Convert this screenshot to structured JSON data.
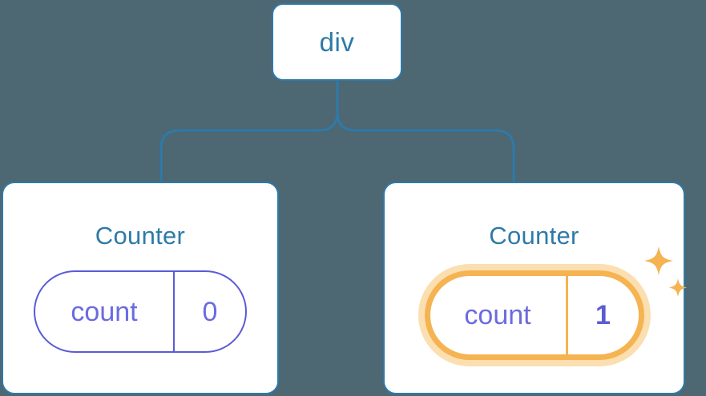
{
  "diagram": {
    "type": "component-tree",
    "background_color": "#4d6773",
    "node_border_color": "#2e7aa8",
    "node_text_color": "#2e7aa8",
    "pill_color": "#5b5bd6",
    "highlight_color": "#f5b351",
    "highlight_glow_color": "#fbdfb0",
    "root": {
      "label": "div"
    },
    "children": [
      {
        "title": "Counter",
        "state": {
          "key": "count",
          "value": "0"
        },
        "highlighted": false
      },
      {
        "title": "Counter",
        "state": {
          "key": "count",
          "value": "1"
        },
        "highlighted": true,
        "sparkle_icons": [
          "sparkle-large",
          "sparkle-small"
        ]
      }
    ]
  }
}
